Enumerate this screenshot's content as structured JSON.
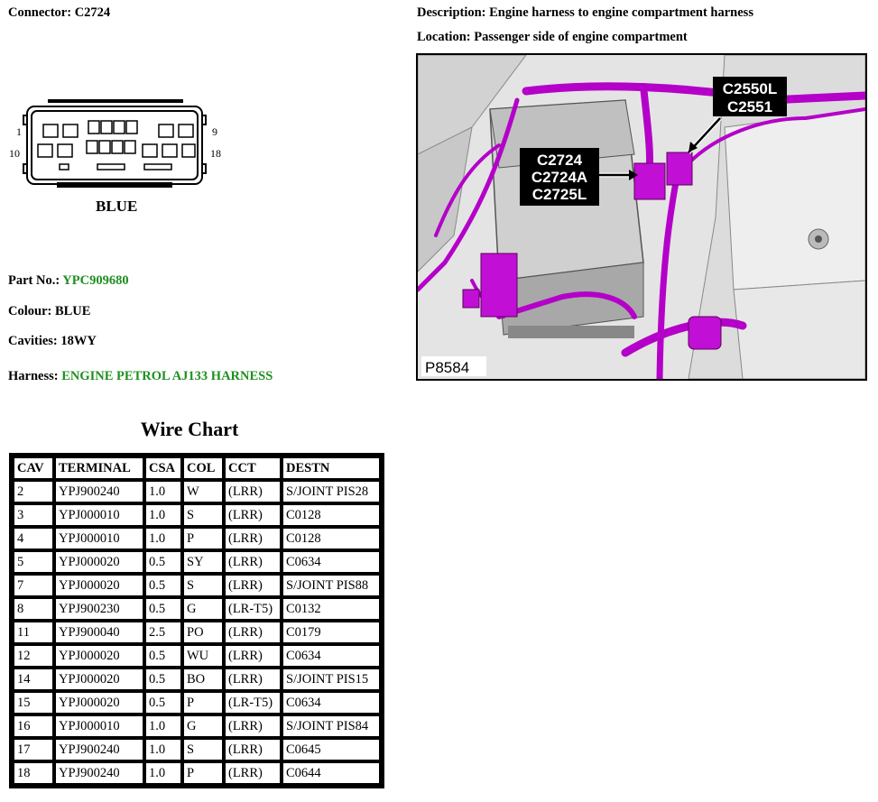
{
  "connector": {
    "label": "Connector:",
    "value": "C2724"
  },
  "description": {
    "label": "Description:",
    "value": "Engine harness to engine compartment harness"
  },
  "location": {
    "label": "Location:",
    "value": "Passenger side of engine compartment"
  },
  "pinout": {
    "color_label": "BLUE",
    "pin_1": "1",
    "pin_9": "9",
    "pin_10": "10",
    "pin_18": "18"
  },
  "part_no": {
    "label": "Part No.:",
    "value": "YPC909680"
  },
  "colour": {
    "label": "Colour:",
    "value": "BLUE"
  },
  "cavities": {
    "label": "Cavities:",
    "value": "18WY"
  },
  "harness": {
    "label": "Harness:",
    "value": "ENGINE PETROL AJ133 HARNESS"
  },
  "photo": {
    "callout_a": [
      "C2550L",
      "C2551"
    ],
    "callout_b": [
      "C2724",
      "C2724A",
      "C2725L"
    ],
    "figure_id": "P8584"
  },
  "wire_chart": {
    "title": "Wire Chart",
    "headers": [
      "CAV",
      "TERMINAL",
      "CSA",
      "COL",
      "CCT",
      "DESTN"
    ],
    "rows": [
      [
        "2",
        "YPJ900240",
        "1.0",
        "W",
        "(LRR)",
        "S/JOINT PIS28"
      ],
      [
        "3",
        "YPJ000010",
        "1.0",
        "S",
        "(LRR)",
        "C0128"
      ],
      [
        "4",
        "YPJ000010",
        "1.0",
        "P",
        "(LRR)",
        "C0128"
      ],
      [
        "5",
        "YPJ000020",
        "0.5",
        "SY",
        "(LRR)",
        "C0634"
      ],
      [
        "7",
        "YPJ000020",
        "0.5",
        "S",
        "(LRR)",
        "S/JOINT PIS88"
      ],
      [
        "8",
        "YPJ900230",
        "0.5",
        "G",
        "(LR-T5)",
        "C0132"
      ],
      [
        "11",
        "YPJ900040",
        "2.5",
        "PO",
        "(LRR)",
        "C0179"
      ],
      [
        "12",
        "YPJ000020",
        "0.5",
        "WU",
        "(LRR)",
        "C0634"
      ],
      [
        "14",
        "YPJ000020",
        "0.5",
        "BO",
        "(LRR)",
        "S/JOINT PIS15"
      ],
      [
        "15",
        "YPJ000020",
        "0.5",
        "P",
        "(LR-T5)",
        "C0634"
      ],
      [
        "16",
        "YPJ000010",
        "1.0",
        "G",
        "(LRR)",
        "S/JOINT PIS84"
      ],
      [
        "17",
        "YPJ900240",
        "1.0",
        "S",
        "(LRR)",
        "C0645"
      ],
      [
        "18",
        "YPJ900240",
        "1.0",
        "P",
        "(LRR)",
        "C0644"
      ]
    ]
  },
  "colors": {
    "green_text": "#1f8f1f",
    "harness_magenta": "#b400c8"
  }
}
